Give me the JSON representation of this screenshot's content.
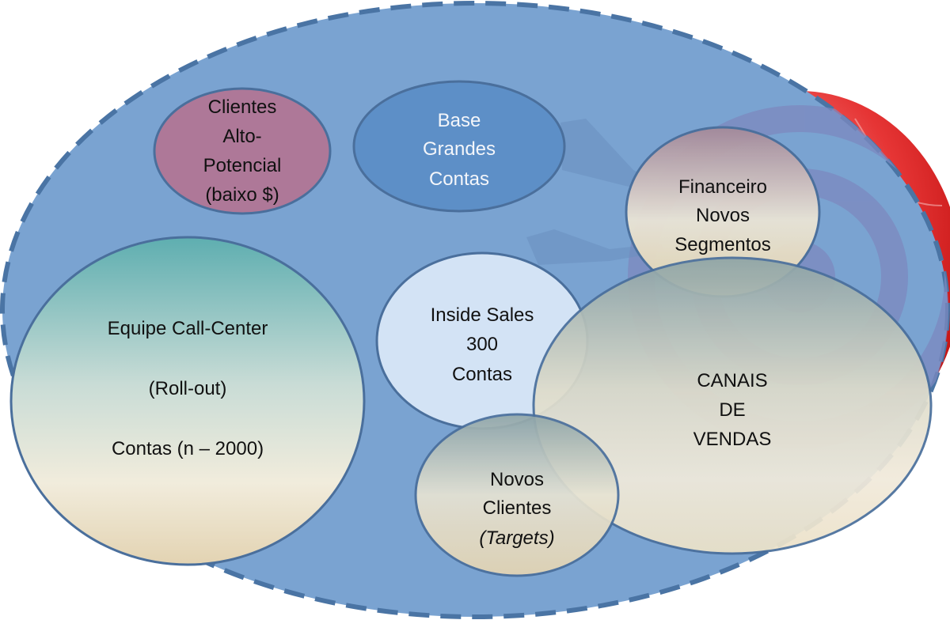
{
  "diagram": {
    "title": "Segmentação de Contas e Canais de Vendas",
    "colors": {
      "container_fill": "#7aa3d1",
      "container_stroke": "#4a74a4",
      "circle_stroke": "#4a6f9c",
      "alto_potencial_fill": "#ae7898",
      "grandes_contas_fill": "#5d8fc7",
      "inside_sales_fill": "#d3e3f5",
      "cream": "#efe7d2",
      "teal": "#62aeb0",
      "target_red": "#e11a1a"
    },
    "nodes": [
      {
        "id": "clientes-alto-potencial",
        "lines": [
          "Clientes",
          "Alto-",
          "Potencial",
          "(baixo $)"
        ]
      },
      {
        "id": "base-grandes-contas",
        "lines": [
          "Base",
          "Grandes",
          "Contas"
        ]
      },
      {
        "id": "financeiro-novos-segmentos",
        "lines": [
          "Financeiro",
          "Novos",
          "Segmentos"
        ]
      },
      {
        "id": "equipe-call-center",
        "lines": [
          "Equipe Call-Center",
          "(Roll-out)",
          "Contas (n – 2000)"
        ]
      },
      {
        "id": "inside-sales",
        "lines": [
          "Inside Sales",
          "300",
          "Contas"
        ]
      },
      {
        "id": "canais-de-vendas",
        "lines": [
          "CANAIS",
          "DE",
          "VENDAS"
        ]
      },
      {
        "id": "novos-clientes",
        "lines": [
          "Novos",
          "Clientes",
          "(Targets)"
        ]
      }
    ],
    "background_image": {
      "icon": "dart-target-icon"
    }
  }
}
